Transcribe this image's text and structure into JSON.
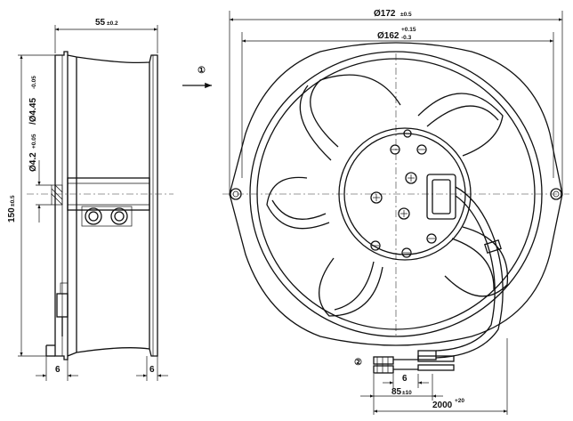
{
  "dimensions": {
    "width_55": {
      "value": "55",
      "tol": "±0.2"
    },
    "height_150": {
      "value": "150",
      "tol": "±0.5"
    },
    "hole_dia": {
      "value": "Ø4.2",
      "tol": "+0.05",
      "value2": "/Ø4.45",
      "tol2": "-0.05"
    },
    "flange_left": "6",
    "flange_right": "6",
    "dia_172": {
      "value": "Ø172",
      "tol": "±0.5"
    },
    "dia_162": {
      "value": "Ø162",
      "tol_upper": "+0.15",
      "tol_lower": "-0.3"
    },
    "strip_6": "6",
    "len_85": {
      "value": "85",
      "tol": "±10"
    },
    "len_2000": {
      "value": "2000",
      "tol": "+20"
    }
  },
  "callouts": {
    "airflow": "①",
    "wire_detail": "②"
  }
}
